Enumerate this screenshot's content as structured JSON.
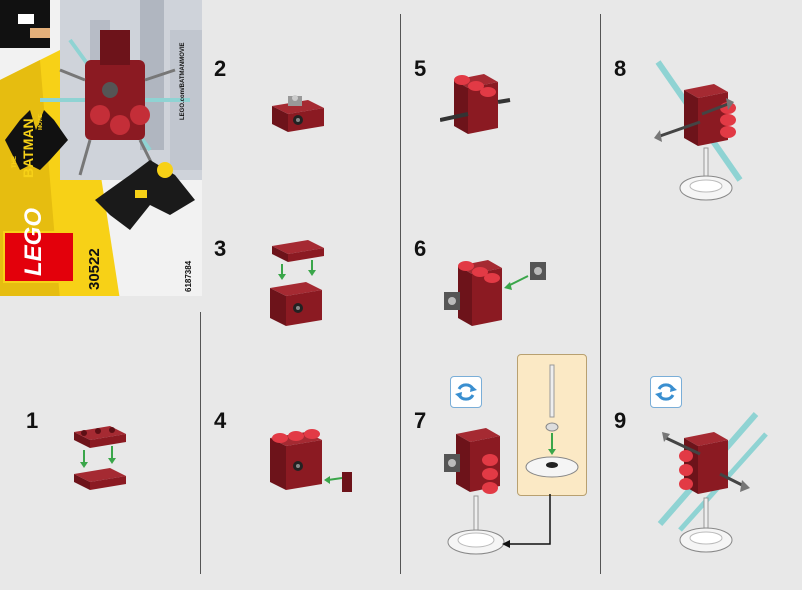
{
  "cover": {
    "set_number": "30522",
    "part_code": "6187384",
    "url": "LEGO.com/BATMANMOVIE",
    "brand": "LEGO",
    "movie_title_small": "THE",
    "movie_title": "BATMAN",
    "movie_title_suffix": "MOVIE"
  },
  "steps": [
    {
      "number": "1"
    },
    {
      "number": "2"
    },
    {
      "number": "3"
    },
    {
      "number": "4"
    },
    {
      "number": "5"
    },
    {
      "number": "6"
    },
    {
      "number": "7"
    },
    {
      "number": "8"
    },
    {
      "number": "9"
    }
  ],
  "colors": {
    "brick": "#8b1a22",
    "brick_dark": "#5e0f15",
    "brick_light": "#a52a32",
    "red_stud": "#e23a45",
    "arrow": "#3aa64a",
    "rod": "#8fd3d3",
    "lego_red": "#e3000b",
    "lego_yellow": "#f7d117",
    "subassembly_bg": "#fbe9c5",
    "rotate_icon": "#3a8fd0"
  },
  "icons": [
    "rotate-icon",
    "arrow-icon",
    "lego-logo"
  ]
}
